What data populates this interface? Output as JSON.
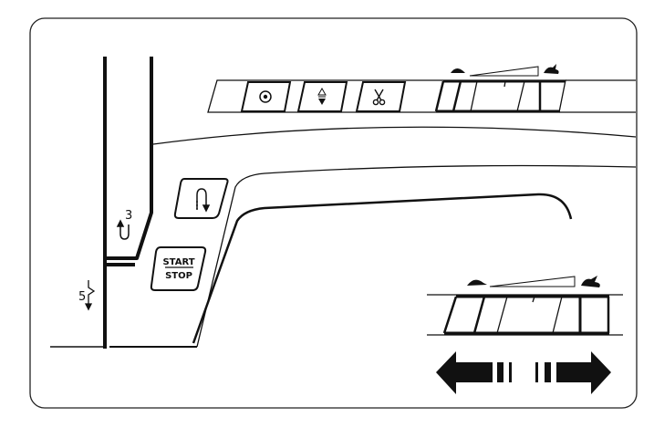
{
  "labels": {
    "thread_step": "3",
    "presser_step": "5"
  },
  "buttons": {
    "start_stop_top": "START",
    "start_stop_bottom": "STOP",
    "needle_position_icon": "needle-stop-circle-icon",
    "needle_up_down_icon": "needle-up-down-icon",
    "thread_cutter_icon": "scissors-icon",
    "reverse_icon": "reverse-stitch-icon"
  },
  "speed_slider": {
    "slow_icon": "turtle-icon",
    "fast_icon": "rabbit-icon"
  },
  "colors": {
    "line": "#111111",
    "background": "#ffffff"
  }
}
